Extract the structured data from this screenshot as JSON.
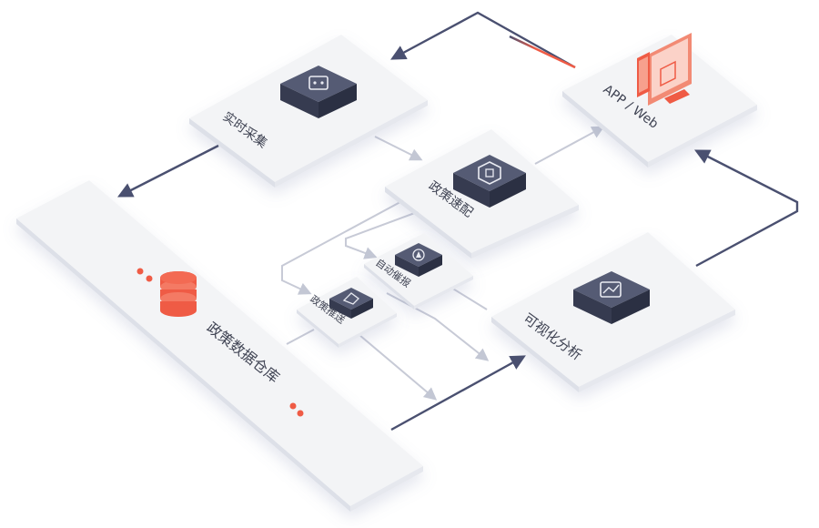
{
  "nodes": {
    "realtime_collect": {
      "label": "实时采集"
    },
    "policy_match": {
      "label": "政策速配"
    },
    "app_web": {
      "label": "APP / Web"
    },
    "auto_report": {
      "label": "自动催报"
    },
    "policy_push": {
      "label": "政策推送"
    },
    "visual_analysis": {
      "label": "可视化分析"
    },
    "data_warehouse": {
      "label": "政策数据仓库"
    }
  },
  "colors": {
    "plate": "#f2f3f5",
    "plate_edge": "#d9dce6",
    "cube_top": "#4a5068",
    "cube_side": "#2f3448",
    "arrow_dark": "#4a5070",
    "arrow_light": "#c7cad6",
    "accent": "#ef5b45"
  },
  "icons": {
    "realtime_collect": "collector-icon",
    "policy_match": "shield-match-icon",
    "app_web": "monitor-tablet-icon",
    "auto_report": "compass-icon",
    "policy_push": "hand-push-icon",
    "visual_analysis": "chart-icon",
    "data_warehouse": "database-icon"
  }
}
